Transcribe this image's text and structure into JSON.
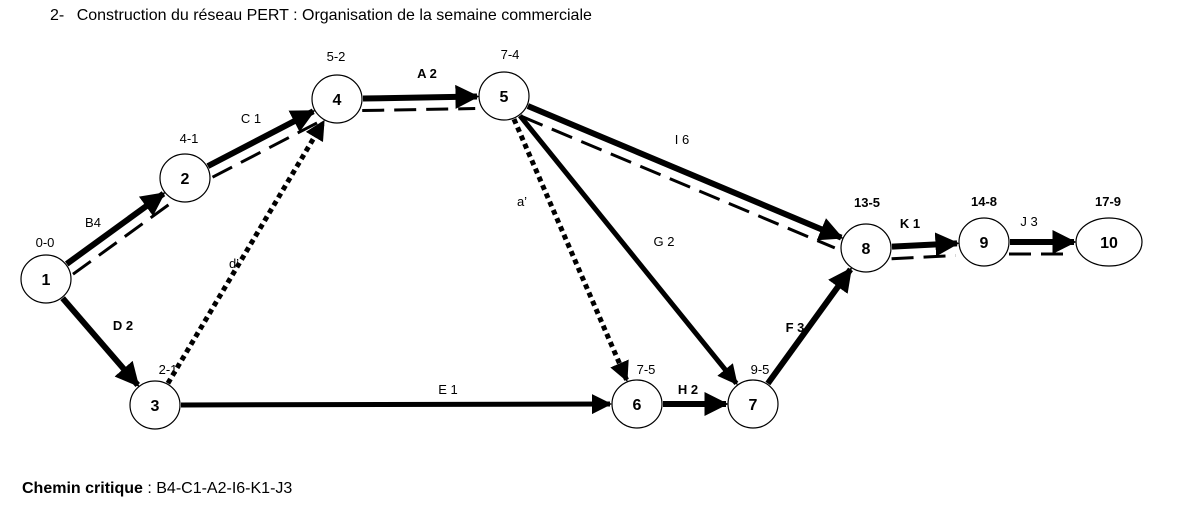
{
  "heading": {
    "number": "2-",
    "text": "Construction du réseau PERT : Organisation de la semaine commerciale"
  },
  "nodes": [
    {
      "id": "1",
      "dates": "0-0",
      "bold_dates": false
    },
    {
      "id": "2",
      "dates": "4-1",
      "bold_dates": false
    },
    {
      "id": "3",
      "dates": "2-1",
      "bold_dates": false
    },
    {
      "id": "4",
      "dates": "5-2",
      "bold_dates": false
    },
    {
      "id": "5",
      "dates": "7-4",
      "bold_dates": false
    },
    {
      "id": "6",
      "dates": "7-5",
      "bold_dates": false
    },
    {
      "id": "7",
      "dates": "9-5",
      "bold_dates": false
    },
    {
      "id": "8",
      "dates": "13-5",
      "bold_dates": true
    },
    {
      "id": "9",
      "dates": "14-8",
      "bold_dates": true
    },
    {
      "id": "10",
      "dates": "17-9",
      "bold_dates": true
    }
  ],
  "edges": [
    {
      "from": "1",
      "to": "2",
      "label": "B4",
      "style": "solid"
    },
    {
      "from": "1",
      "to": "3",
      "label": "D 2",
      "style": "solid"
    },
    {
      "from": "2",
      "to": "4",
      "label": "C 1",
      "style": "solid"
    },
    {
      "from": "3",
      "to": "4",
      "label": "d’",
      "style": "dotted"
    },
    {
      "from": "3",
      "to": "6",
      "label": "E 1",
      "style": "solid"
    },
    {
      "from": "4",
      "to": "5",
      "label": "A 2",
      "style": "solid"
    },
    {
      "from": "5",
      "to": "6",
      "label": "a’",
      "style": "dotted"
    },
    {
      "from": "5",
      "to": "7",
      "label": "G 2",
      "style": "solid"
    },
    {
      "from": "5",
      "to": "8",
      "label": "I 6",
      "style": "solid"
    },
    {
      "from": "6",
      "to": "7",
      "label": "H 2",
      "style": "solid"
    },
    {
      "from": "7",
      "to": "8",
      "label": "F 3",
      "style": "solid"
    },
    {
      "from": "8",
      "to": "9",
      "label": "K 1",
      "style": "solid"
    },
    {
      "from": "9",
      "to": "10",
      "label": "J 3",
      "style": "solid"
    }
  ],
  "critical_path_nodes": [
    "1",
    "2",
    "4",
    "5",
    "8",
    "9",
    "10"
  ],
  "footer": {
    "label": "Chemin critique",
    "separator": " : ",
    "value": "B4-C1-A2-I6-K1-J3"
  }
}
